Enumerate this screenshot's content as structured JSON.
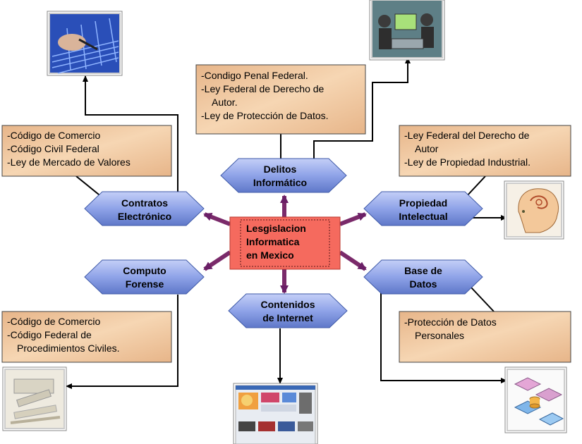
{
  "center": {
    "lines": [
      "Lesgislacion",
      "Informatica",
      "en Mexico"
    ]
  },
  "nodes": {
    "delitos": {
      "lines": [
        "Delitos",
        "Informático"
      ]
    },
    "contratos": {
      "lines": [
        "Contratos",
        "Electrónico"
      ]
    },
    "propiedad": {
      "lines": [
        "Propiedad",
        "Intelectual"
      ]
    },
    "computo": {
      "lines": [
        "Computo",
        "Forense"
      ]
    },
    "base": {
      "lines": [
        "Base de",
        "Datos"
      ]
    },
    "contenidos": {
      "lines": [
        "Contenidos",
        "de Internet"
      ]
    }
  },
  "boxes": {
    "delitos": {
      "lines": [
        "-Condigo Penal Federal.",
        "-Ley Federal de Derecho de",
        "Autor.",
        "-Ley de Protección de Datos."
      ]
    },
    "contratos": {
      "lines": [
        "-Código de Comercio",
        "-Código Civil Federal",
        "-Ley de Mercado de Valores"
      ]
    },
    "propiedad": {
      "lines": [
        "-Ley Federal del Derecho de",
        "Autor",
        "-Ley de Propiedad Industrial."
      ]
    },
    "computo": {
      "lines": [
        "-Código de Comercio",
        "-Código Federal de",
        "Procedimientos Civiles."
      ]
    },
    "base": {
      "lines": [
        "-Protección de Datos",
        "Personales"
      ]
    }
  },
  "images": {
    "contratos": {
      "icon": "hand-pen-keyboard-icon"
    },
    "delitos": {
      "icon": "computer-operators-icon"
    },
    "propiedad": {
      "icon": "head-brain-icon"
    },
    "computo": {
      "icon": "crime-scene-tape-icon"
    },
    "base": {
      "icon": "database-network-icon"
    },
    "contenidos": {
      "icon": "web-page-screenshot-icon"
    }
  },
  "colors": {
    "hexagon_fill": "#8fa3e8",
    "box_fill": "#f1c9a0",
    "center_fill": "#f56a5e",
    "arrow": "#7a2a6a"
  }
}
